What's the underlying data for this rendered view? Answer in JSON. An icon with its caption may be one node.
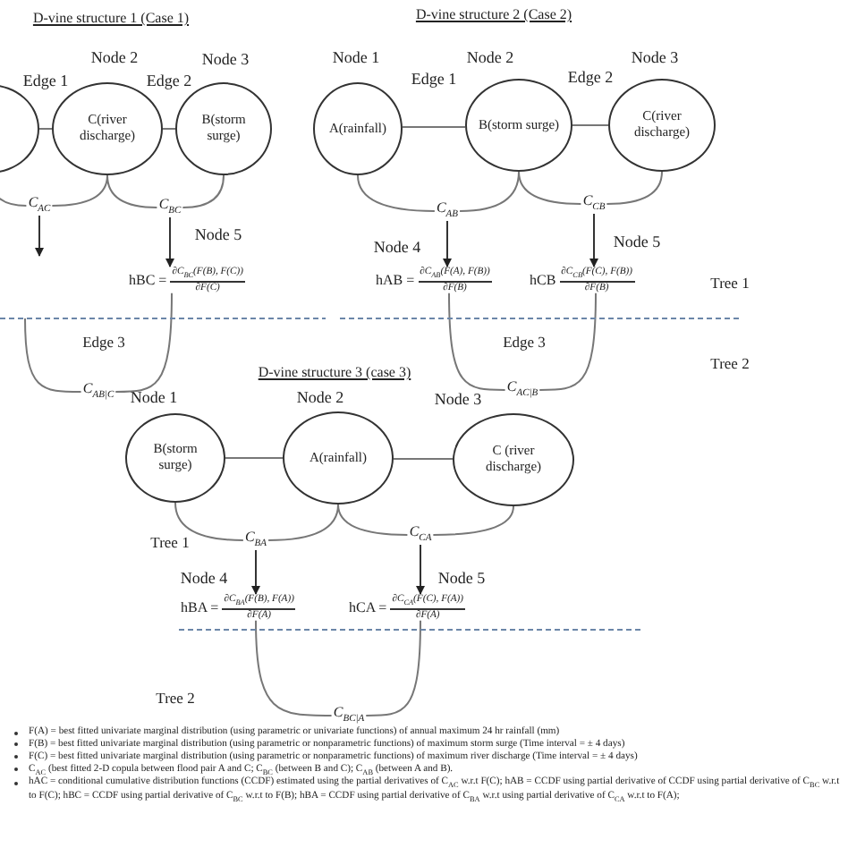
{
  "diagram": {
    "nodes": [
      {
        "text": [],
        "shape": "circle"
      },
      {
        "text": [
          "Node 2",
          "C(river discharge)"
        ]
      },
      {
        "text": [
          "Node 3",
          "B(storm surge)"
        ]
      },
      {
        "text": [
          "C$_{AC}$"
        ]
      },
      {
        "text": [
          "C$_{BC}$"
        ]
      },
      {
        "text": [
          "Node 5",
          "hBC =",
          "∂C$_{BC}$(F(B), F(C))",
          "∂F(C)"
        ]
      },
      {
        "text": [
          "C$_{AB|C}$"
        ]
      },
      {
        "text": [
          "Node 1",
          "A(rainfall)"
        ]
      },
      {
        "text": [
          "Node 2",
          "B(storm surge)"
        ]
      },
      {
        "text": [
          "Node 3",
          "C(river discharge)"
        ]
      },
      {
        "text": [
          "C$_{AB}$"
        ]
      },
      {
        "text": [
          "C$_{CB}$"
        ]
      },
      {
        "text": [
          "Node 4",
          "hAB =",
          "∂C$_{AB}$(F(A), F(B))",
          "∂F(B)"
        ]
      },
      {
        "text": [
          "Node 5",
          "hCB",
          "∂C$_{CB}$(F(C), F(B))",
          "∂F(B)"
        ]
      },
      {
        "text": [
          "C$_{AC|B}$"
        ]
      },
      {
        "text": [
          "Node 1",
          "B(storm surge)"
        ]
      },
      {
        "text": [
          "Node 2",
          "A(rainfall)"
        ]
      },
      {
        "text": [
          "Node 3",
          "C (river discharge)"
        ]
      },
      {
        "text": [
          "C$_{BA}$"
        ]
      },
      {
        "text": [
          "C$_{CA}$"
        ]
      },
      {
        "text": [
          "Node 4",
          "hBA =",
          "∂C$_{BA}$(F(B), F(A))",
          "∂F(A)"
        ]
      },
      {
        "text": [
          "Node 5",
          "hCA =",
          "∂C$_{CA}$(F(C), F(A))",
          "∂F(A)"
        ]
      },
      {
        "text": [
          "C$_{BC|A}$"
        ]
      }
    ],
    "edges": [
      {
        "from": 0,
        "to": 1,
        "arrow": "none",
        "label": "Edge 1"
      },
      {
        "from": 1,
        "to": 2,
        "arrow": "none",
        "label": "Edge 2"
      },
      {
        "from": 0,
        "to": 3,
        "arrow": "none"
      },
      {
        "from": 1,
        "to": 3,
        "arrow": "none"
      },
      {
        "from": 1,
        "to": 4,
        "arrow": "none"
      },
      {
        "from": 2,
        "to": 4,
        "arrow": "none"
      },
      {
        "from": 3,
        "to": null,
        "arrow": "to"
      },
      {
        "from": 4,
        "to": 5,
        "arrow": "to"
      },
      {
        "from": null,
        "to": 6,
        "arrow": "none"
      },
      {
        "from": 5,
        "to": 6,
        "arrow": "none"
      },
      {
        "from": 7,
        "to": 8,
        "arrow": "none",
        "label": "Edge 1"
      },
      {
        "from": 8,
        "to": 9,
        "arrow": "none",
        "label": "Edge 2"
      },
      {
        "from": 7,
        "to": 10,
        "arrow": "none"
      },
      {
        "from": 8,
        "to": 10,
        "arrow": "none"
      },
      {
        "from": 8,
        "to": 11,
        "arrow": "none"
      },
      {
        "from": 9,
        "to": 11,
        "arrow": "none"
      },
      {
        "from": 10,
        "to": 12,
        "arrow": "to"
      },
      {
        "from": 11,
        "to": 13,
        "arrow": "to"
      },
      {
        "from": 12,
        "to": 14,
        "arrow": "none"
      },
      {
        "from": 13,
        "to": 14,
        "arrow": "none"
      },
      {
        "from": 15,
        "to": 16,
        "arrow": "none"
      },
      {
        "from": 16,
        "to": 17,
        "arrow": "none"
      },
      {
        "from": 15,
        "to": 18,
        "arrow": "none"
      },
      {
        "from": 16,
        "to": 18,
        "arrow": "none"
      },
      {
        "from": 16,
        "to": 19,
        "arrow": "none"
      },
      {
        "from": 17,
        "to": 19,
        "arrow": "none"
      },
      {
        "from": 18,
        "to": 20,
        "arrow": "to"
      },
      {
        "from": 19,
        "to": 21,
        "arrow": "to"
      },
      {
        "from": 20,
        "to": 22,
        "arrow": "none"
      },
      {
        "from": 21,
        "to": 22,
        "arrow": "none"
      }
    ],
    "labels": [
      "D-vine structure 1 (Case 1)",
      "D-vine structure 2 (Case 2)",
      "Tree 1",
      "Edge 3",
      "Edge 3",
      "Tree 2",
      "D-vine structure 3 (case 3)",
      "Tree 1",
      "Tree 2",
      "F(A) = best fitted univariate marginal distribution (using parametric or univariate functions) of annual maximum 24 hr rainfall (mm)",
      "F(B) = best fitted univariate marginal distribution (using parametric or nonparametric functions) of maximum storm surge (Time interval = ± 4 days)",
      "F(C) = best fitted univariate marginal distribution (using parametric or nonparametric functions) of maximum river discharge (Time interval = ± 4 days)",
      "C$_{AC}$ (best fitted 2-D copula between flood pair A and C; C$_{BC}$ (between B and C); C$_{AB}$ (between A and B).",
      "hAC = conditional cumulative distribution functions (CCDF) estimated using the partial derivatives of C$_{AC}$ w.r.t F(C); hAB = CCDF using partial derivative of CCDF using partial derivative of C$_{BC}$ w.r.t to F(C); hBC = CCDF using partial derivative of C$_{BC}$ w.r.t to F(B); hBA = CCDF using partial derivative of C$_{BA}$ w.r.t using partial derivative of C$_{CA}$ w.r.t to F(A);"
    ]
  }
}
